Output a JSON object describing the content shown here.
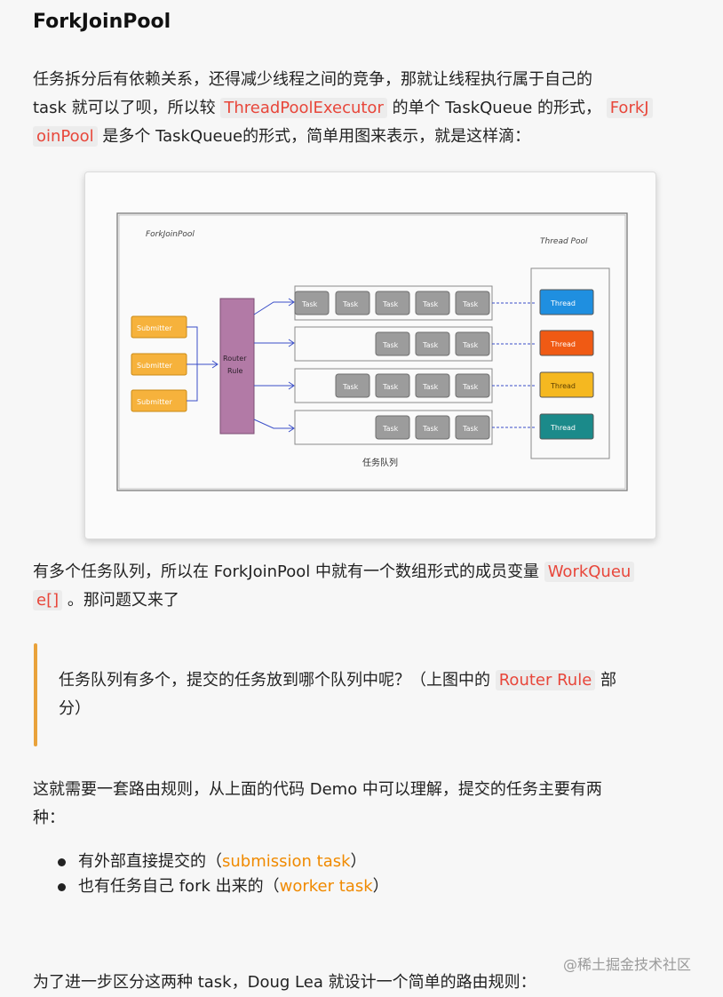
{
  "title": "ForkJoinPool",
  "para1": {
    "l1": "任务拆分后有依赖关系，还得减少线程之间的竞争，那就让线程执行属于自己的",
    "l2a": "task 就可以了呗，所以较 ",
    "l2code": "ThreadPoolExecutor",
    "l2b": " 的单个 TaskQueue 的形式， ",
    "l2code2": "ForkJ",
    "l3code": "oinPool",
    "l3b": " 是多个 TaskQueue的形式，简单用图来表示，就是这样滴："
  },
  "diagram": {
    "pool_label": "ForkJoinPool",
    "thread_pool_label": "Thread Pool",
    "router_line1": "Router",
    "router_line2": "Rule",
    "submitter_label": "Submitter",
    "task_label": "Task",
    "thread_label": "Thread",
    "queue_caption": "任务队列",
    "thread_colors": [
      "#1f8fe0",
      "#f05a14",
      "#f5b820",
      "#1b8a8a"
    ],
    "submitter_color": "#f6b23c",
    "router_color": "#b27aa6"
  },
  "para2": {
    "l1a": "有多个任务队列，所以在 ForkJoinPool 中就有一个数组形式的成员变量 ",
    "l1code": "WorkQueu",
    "l2code": "e[]",
    "l2b": " 。那问题又来了"
  },
  "quote": {
    "l1a": "任务队列有多个，提交的任务放到哪个队列中呢？（上图中的 ",
    "l1code": "Router Rule",
    "l1b": " 部",
    "l2": "分）"
  },
  "para3": {
    "l1": "这就需要一套路由规则，从上面的代码 Demo 中可以理解，提交的任务主要有两",
    "l2": "种："
  },
  "bullets": [
    {
      "pre": "有外部直接提交的（",
      "hl": "submission task",
      "post": "）"
    },
    {
      "pre": "也有任务自己 fork 出来的（",
      "hl": "worker task",
      "post": "）"
    }
  ],
  "para4": "为了进一步区分这两种 task，Doug Lea 就设计一个简单的路由规则：",
  "watermark": "@稀土掘金技术社区"
}
